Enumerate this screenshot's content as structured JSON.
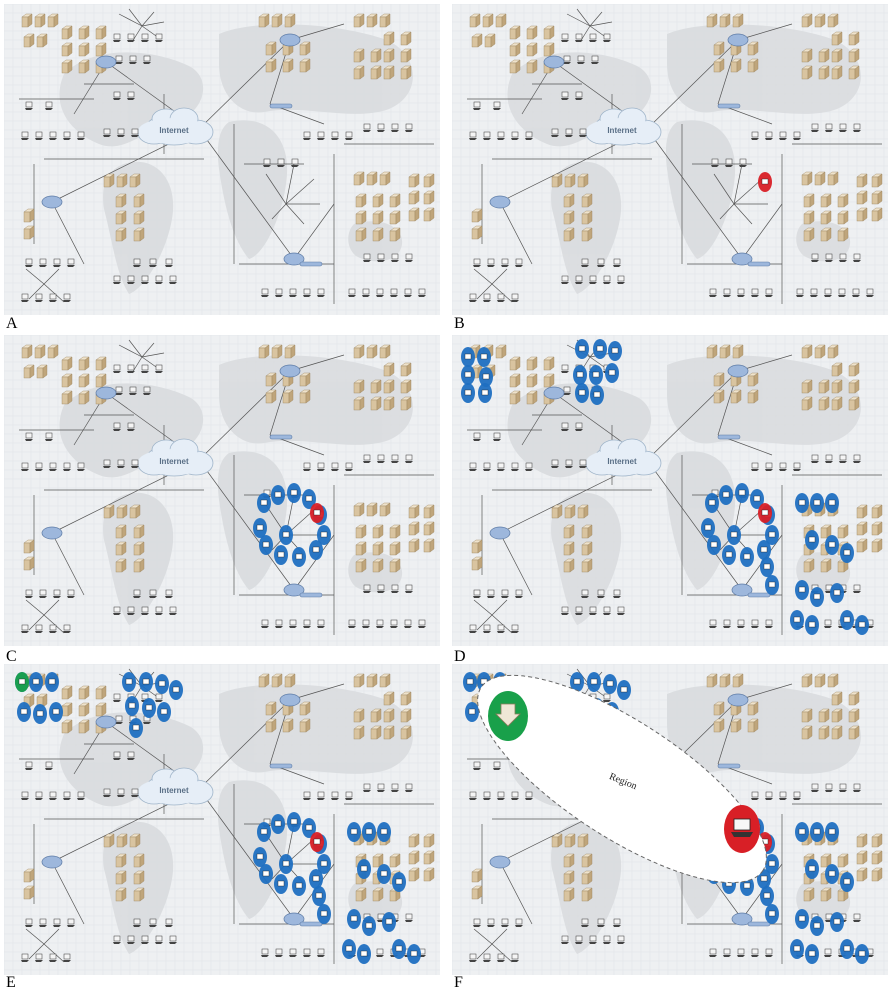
{
  "figure": {
    "panels": [
      {
        "label": "A",
        "highlights": "none"
      },
      {
        "label": "B",
        "highlights": "red"
      },
      {
        "label": "C",
        "highlights": "red+blue-cluster"
      },
      {
        "label": "D",
        "highlights": "red+blue-spread"
      },
      {
        "label": "E",
        "highlights": "red+blue+green"
      },
      {
        "label": "F",
        "highlights": "region"
      }
    ],
    "cloud_label": "Internet",
    "region_label": "Region",
    "colors": {
      "background": "#eef0f2",
      "grid": "#dfe3e7",
      "land": "#d9dcdf",
      "device": "#d9c4a0",
      "device_dark": "#9b845e",
      "hub": "#9db7dc",
      "cloud": "#e6eef7",
      "blue": "#1f6fc1",
      "red": "#d81f26",
      "green": "#19a04a",
      "line": "#555555"
    }
  }
}
